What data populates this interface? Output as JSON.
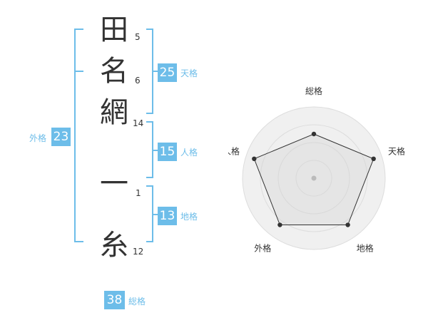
{
  "name_chars": [
    {
      "char": "田",
      "strokes": "5"
    },
    {
      "char": "名",
      "strokes": "6"
    },
    {
      "char": "網",
      "strokes": "14"
    },
    {
      "char": "一",
      "strokes": "1"
    },
    {
      "char": "糸",
      "strokes": "12"
    }
  ],
  "fortune": {
    "tenkaku": {
      "value": "25",
      "label": "天格"
    },
    "jinkaku": {
      "value": "15",
      "label": "人格"
    },
    "chikaku": {
      "value": "13",
      "label": "地格"
    },
    "gaikaku": {
      "value": "23",
      "label": "外格"
    },
    "soukaku": {
      "value": "38",
      "label": "総格"
    }
  },
  "colors": {
    "accent": "#6dbde9",
    "text": "#333333",
    "grid": "#dddddd",
    "fill": "#f0f0f0"
  },
  "chart_data": {
    "type": "radar",
    "categories": [
      "総格",
      "天格",
      "地格",
      "外格",
      "人格"
    ],
    "values": [
      0.62,
      0.88,
      0.81,
      0.81,
      0.88
    ],
    "max": 1,
    "rings": 4
  }
}
